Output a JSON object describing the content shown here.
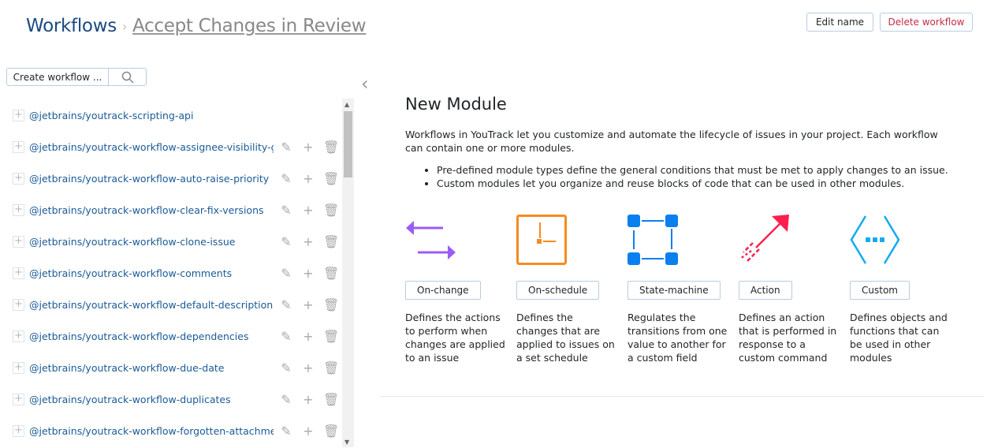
{
  "breadcrumb": {
    "root": "Workflows",
    "current": "Accept Changes in Review"
  },
  "header": {
    "edit_name": "Edit name",
    "delete_workflow": "Delete workflow",
    "delete_color": "#c22e47"
  },
  "sidebar": {
    "create_label": "Create workflow ...",
    "items": [
      "@jetbrains/youtrack-scripting-api",
      "@jetbrains/youtrack-workflow-assignee-visibility-group",
      "@jetbrains/youtrack-workflow-auto-raise-priority",
      "@jetbrains/youtrack-workflow-clear-fix-versions",
      "@jetbrains/youtrack-workflow-clone-issue",
      "@jetbrains/youtrack-workflow-comments",
      "@jetbrains/youtrack-workflow-default-description",
      "@jetbrains/youtrack-workflow-dependencies",
      "@jetbrains/youtrack-workflow-due-date",
      "@jetbrains/youtrack-workflow-duplicates",
      "@jetbrains/youtrack-workflow-forgotten-attachment"
    ]
  },
  "main": {
    "title": "New Module",
    "intro": "Workflows in YouTrack let you customize and automate the lifecycle of issues in your project. Each workflow can contain one or more modules.",
    "bullets": [
      "Pre-defined module types define the general conditions that must be met to apply changes to an issue.",
      "Custom modules let you organize and reuse blocks of code that can be used in other modules."
    ],
    "types": [
      {
        "label": "On-change",
        "desc": "Defines the actions to perform when changes are applied to an issue",
        "color": "#9b5cf5",
        "icon": "arrows-swap-icon"
      },
      {
        "label": "On-schedule",
        "desc": "Defines the changes that are applied to issues on a set schedule",
        "color": "#f68b1f",
        "icon": "clock-icon"
      },
      {
        "label": "State-machine",
        "desc": "Regulates the transitions from one value to another for a custom field",
        "color": "#0a7ff0",
        "icon": "state-machine-icon"
      },
      {
        "label": "Action",
        "desc": "Defines an action that is performed in response to a custom command",
        "color": "#ff1f4f",
        "icon": "action-arrow-icon"
      },
      {
        "label": "Custom",
        "desc": "Defines objects and functions that can be used in other modules",
        "color": "#15a9f0",
        "icon": "code-brackets-icon"
      }
    ]
  }
}
